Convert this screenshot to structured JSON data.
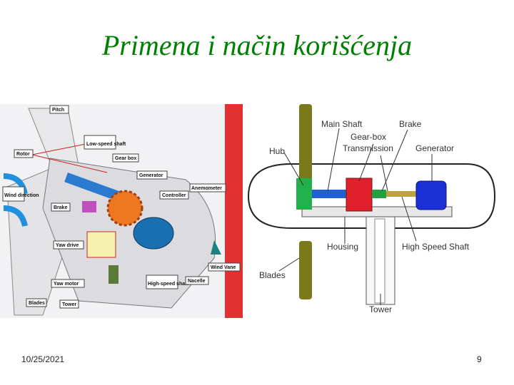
{
  "slide": {
    "title": "Primena i način korišćenja",
    "date": "10/25/2021",
    "page": "9"
  },
  "left_diagram": {
    "labels": {
      "pitch": "Pitch",
      "low_speed_shaft": "Low-speed shaft",
      "rotor": "Rotor",
      "gear_box": "Gear box",
      "generator": "Generator",
      "wind_direction": "Wind direction",
      "controller": "Controller",
      "anemometer": "Anemometer",
      "brake": "Brake",
      "yaw_drive": "Yaw drive",
      "wind_vane": "Wind Vane",
      "yaw_motor": "Yaw motor",
      "high_speed_shaft": "High-speed shaft",
      "nacelle": "Nacelle",
      "blades": "Blades",
      "tower": "Tower"
    }
  },
  "right_diagram": {
    "labels": {
      "main_shaft": "Main Shaft",
      "brake": "Brake",
      "gear_box": "Gear-box",
      "transmission": "Transmission",
      "hub": "Hub",
      "generator": "Generator",
      "housing": "Housing",
      "high_speed_shaft": "High Speed Shaft",
      "blades": "Blades",
      "tower": "Tower"
    }
  },
  "colors": {
    "title": "#008000",
    "gearbox": "#e0202a",
    "generator": "#1a2fd6",
    "hub": "#22b04a",
    "blade": "#7a7a1a"
  }
}
